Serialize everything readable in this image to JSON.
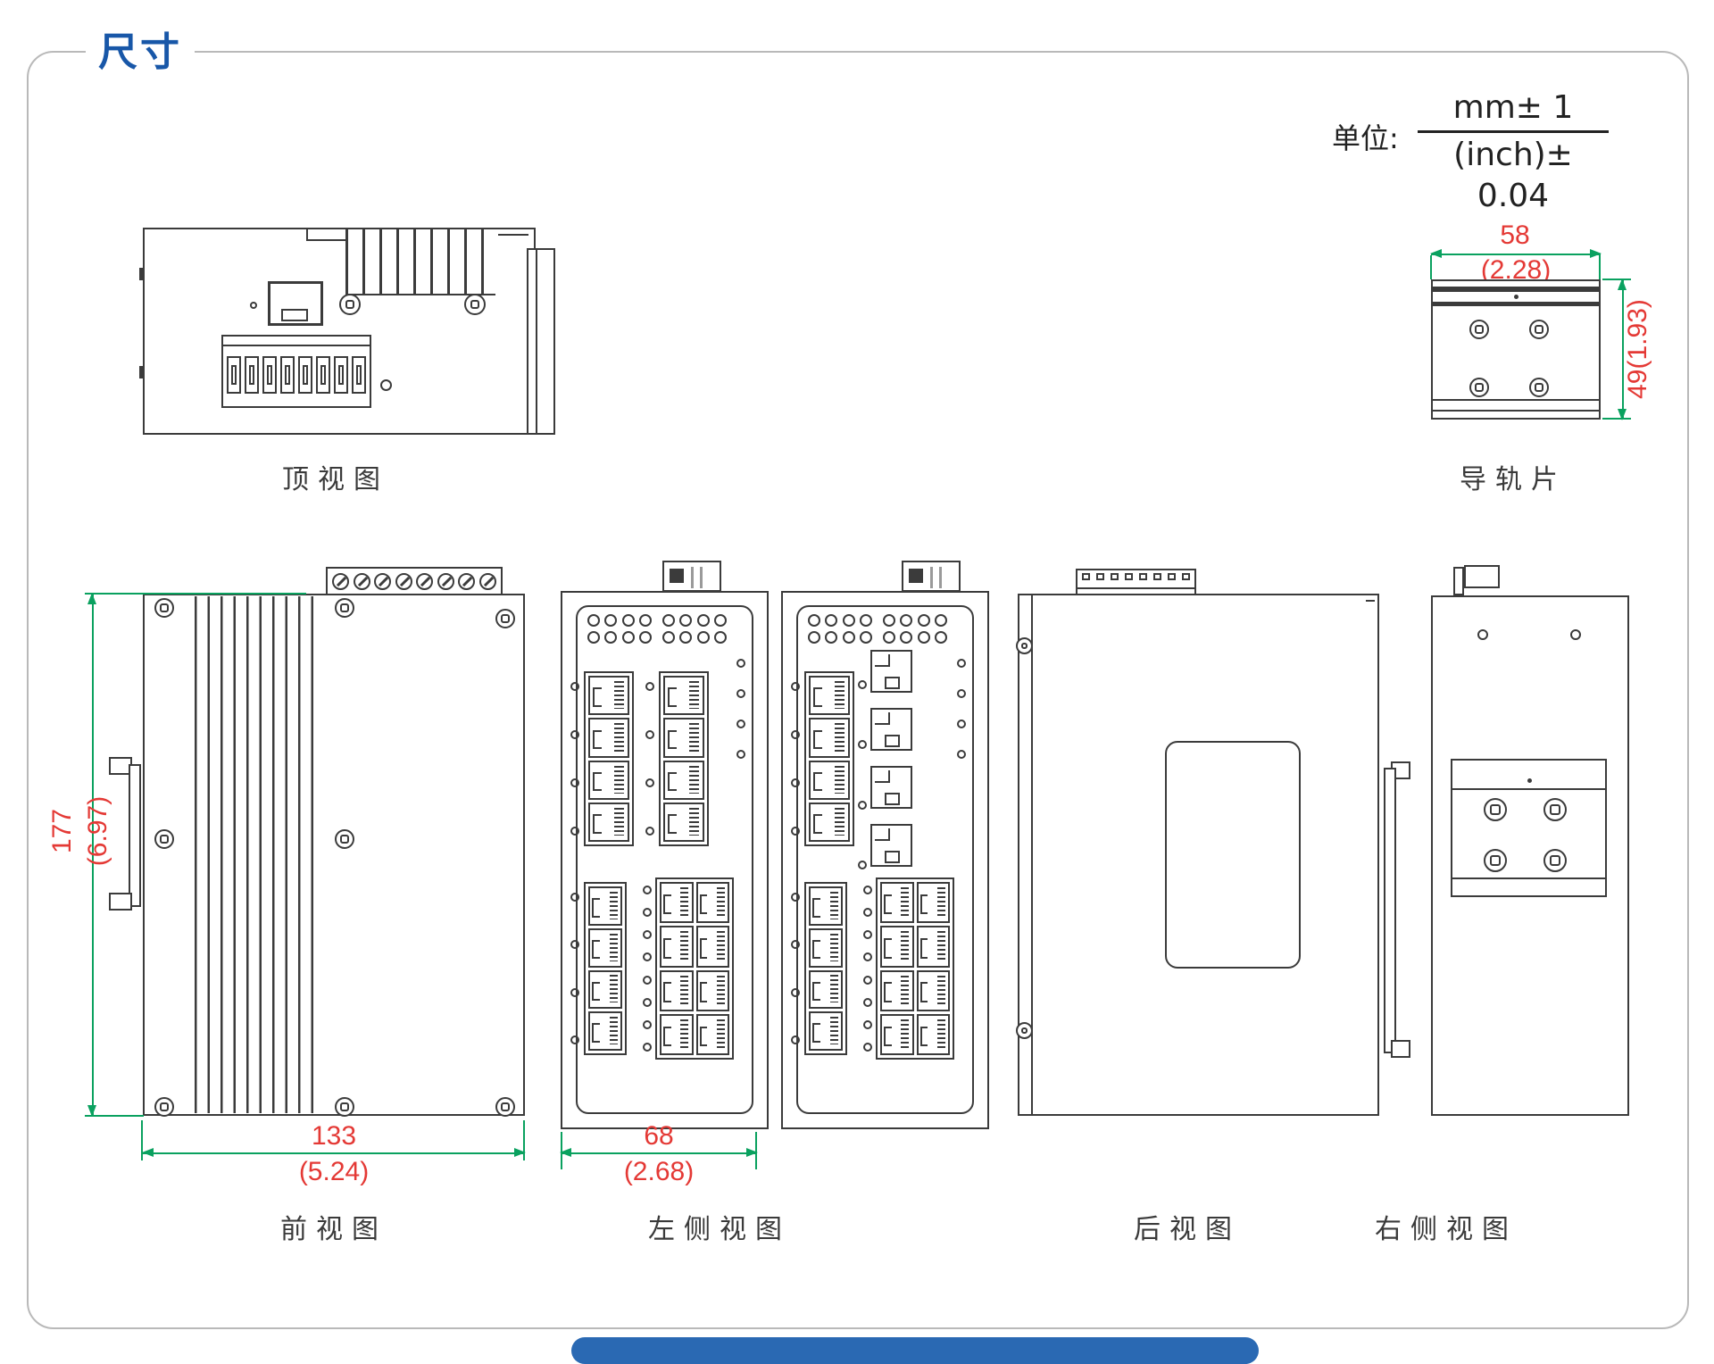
{
  "page": {
    "title": "尺寸",
    "unit": {
      "label": "单位:",
      "numerator": "mm± 1",
      "denominator": "(inch)± 0.04"
    }
  },
  "views": {
    "top": {
      "label": "顶视图"
    },
    "rail_plate": {
      "label": "导轨片",
      "width_mm": "58",
      "width_inch": "(2.28)",
      "height_mm_inch": "49(1.93)"
    },
    "front": {
      "label": "前视图",
      "height_mm": "177",
      "height_inch": "(6.97)",
      "width_mm": "133",
      "width_inch": "(5.24)"
    },
    "left_side": {
      "label": "左侧视图",
      "width_mm": "68",
      "width_inch": "(2.68)"
    },
    "rear": {
      "label": "后视图"
    },
    "right_side": {
      "label": "右侧视图"
    }
  },
  "counts": {
    "top_terminal_slots": 8,
    "front_terminal_screws": 8,
    "rear_terminal_slots": 8,
    "led_group": 8,
    "rj45_column": 4,
    "rj45_grid": 8,
    "sfp_cages": 4,
    "side_holes": 4,
    "port_leds": 4,
    "grid_leds": 8,
    "sfp_leds": 4
  },
  "colors": {
    "accent_blue": "#1857a8",
    "dimension_red": "#e43935",
    "dimension_green": "#0aa15f",
    "line_dark": "#3b3b3b",
    "border_gray": "#b9b9b9",
    "footer_blue": "#2a69b3"
  }
}
